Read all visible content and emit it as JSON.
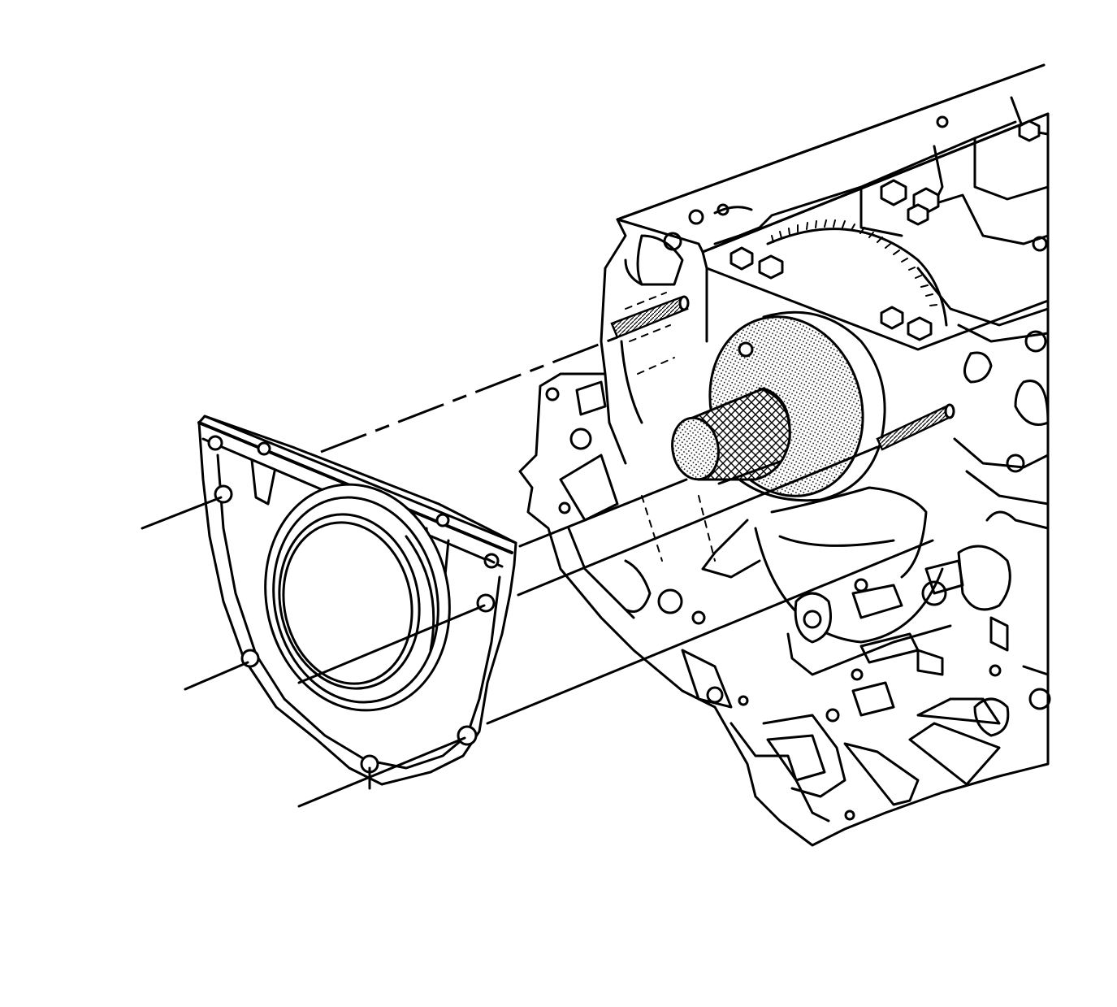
{
  "figure": {
    "colors": {
      "line": "#000000",
      "background": "#ffffff",
      "shading": "#555555"
    },
    "parts": [
      {
        "name": "engine-block",
        "icon": "engine-block-icon"
      },
      {
        "name": "rear-crankshaft-oil-seal-housing",
        "icon": "seal-housing-icon"
      },
      {
        "name": "seal-installer-tool",
        "icon": "installer-tool-icon"
      },
      {
        "name": "threaded-guide-pins",
        "icon": "guide-pin-icon",
        "count": 2
      },
      {
        "name": "housing-bolts",
        "icon": "bolt-icon",
        "count": 6
      }
    ]
  }
}
